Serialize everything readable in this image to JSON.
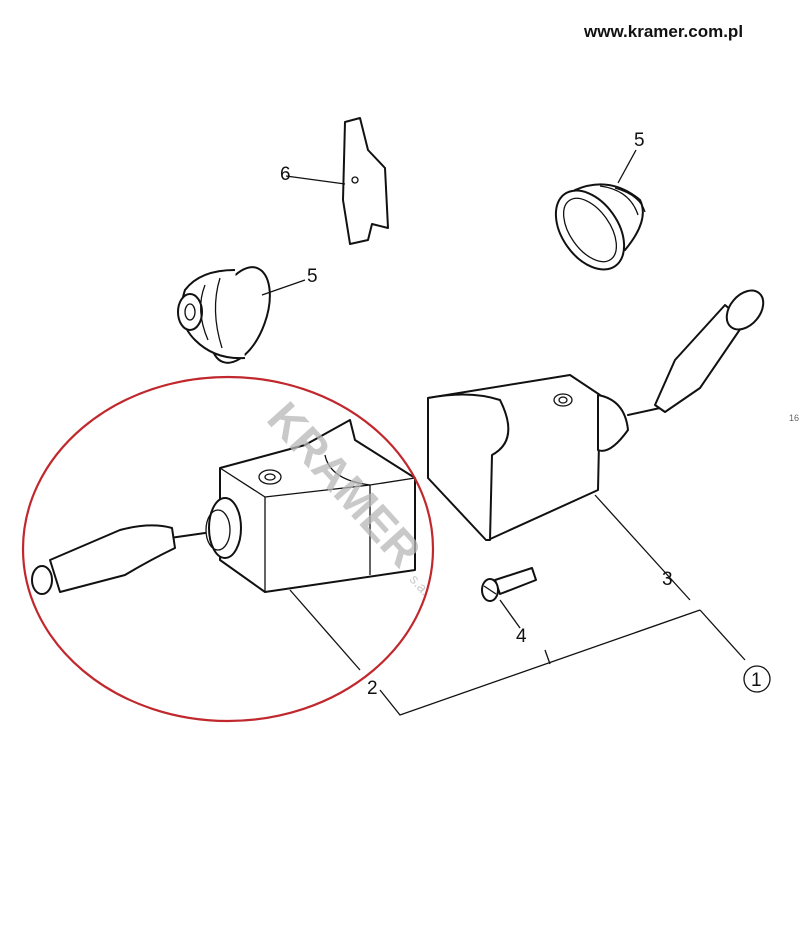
{
  "header": {
    "website": "www.kramer.com.pl"
  },
  "watermark": {
    "text": "KRAMER",
    "suffix": "s.a."
  },
  "callouts": {
    "part_6": "6",
    "part_5_top": "5",
    "part_5_left": "5",
    "part_3": "3",
    "part_4": "4",
    "part_2": "2",
    "assembly_1": "1"
  },
  "margin_note": "16",
  "colors": {
    "highlight_circle": "#c0282d",
    "watermark_red": "#e8a0a0",
    "watermark_gray": "#b8b8b8"
  }
}
